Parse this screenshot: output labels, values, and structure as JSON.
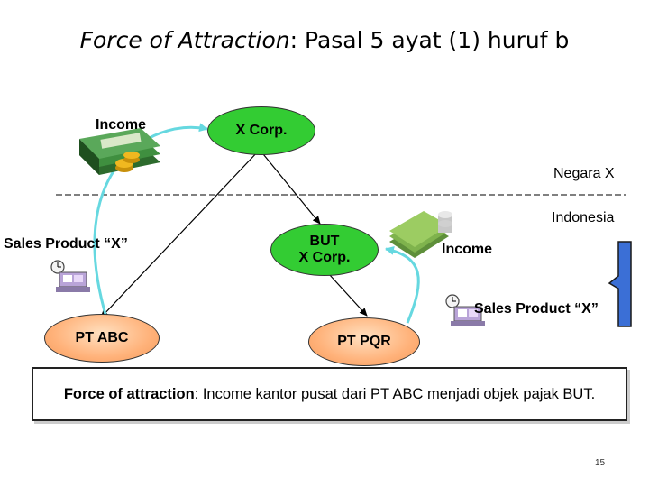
{
  "title": {
    "italic": "Force of Attraction",
    "rest": ": Pasal 5 ayat (1) huruf b"
  },
  "labels": {
    "income_top": "Income",
    "negara": "Negara X",
    "indonesia": "Indonesia",
    "sales_left": "Sales Product “X”",
    "income_right": "Income",
    "sales_right": "Sales Product “X”"
  },
  "nodes": {
    "x_corp": "X Corp.",
    "but_line1": "BUT",
    "but_line2": "X Corp.",
    "pt_abc": "PT ABC",
    "pt_pqr": "PT PQR"
  },
  "note": {
    "bold": "Force of attraction",
    "rest": ": Income kantor pusat dari PT ABC menjadi objek pajak BUT."
  },
  "page_number": "15",
  "colors": {
    "node_green": "#33cc33",
    "node_orange": "#ffb27a",
    "arrow_cyan": "#66d8e0",
    "callout_blue": "#3b6fd6"
  }
}
